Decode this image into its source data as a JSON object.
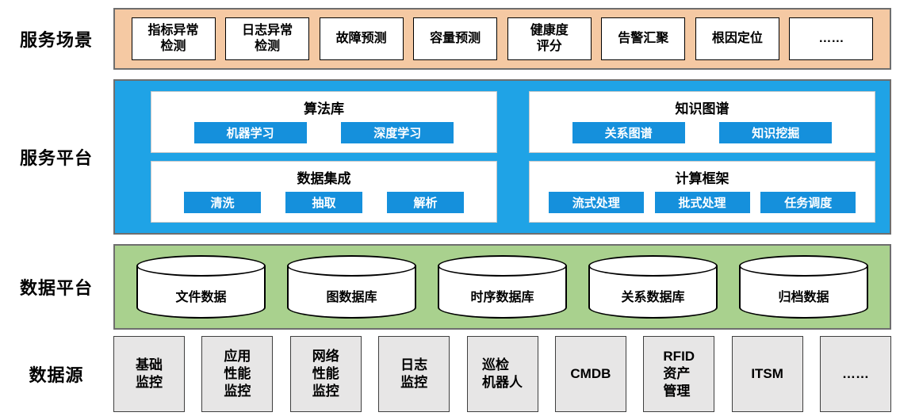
{
  "colors": {
    "scenario_band": "#F5C9A3",
    "platform_band": "#1FA3E6",
    "platform_button": "#1590DC",
    "data_band": "#A9D18E",
    "source_box": "#E7E6E6"
  },
  "scenarios": {
    "label": "服务场景",
    "items": [
      "指标异常\n检测",
      "日志异常\n检测",
      "故障预测",
      "容量预测",
      "健康度\n评分",
      "告警汇聚",
      "根因定位",
      "……"
    ]
  },
  "platform": {
    "label": "服务平台",
    "panels": [
      {
        "title": "算法库",
        "buttons": [
          "机器学习",
          "深度学习"
        ]
      },
      {
        "title": "知识图谱",
        "buttons": [
          "关系图谱",
          "知识挖掘"
        ]
      },
      {
        "title": "数据集成",
        "buttons": [
          "清洗",
          "抽取",
          "解析"
        ]
      },
      {
        "title": "计算框架",
        "buttons": [
          "流式处理",
          "批式处理",
          "任务调度"
        ]
      }
    ]
  },
  "data_platform": {
    "label": "数据平台",
    "databases": [
      "文件数据",
      "图数据库",
      "时序数据库",
      "关系数据库",
      "归档数据"
    ]
  },
  "data_sources": {
    "label": "数据源",
    "items": [
      "基础\n监控",
      "应用\n性能\n监控",
      "网络\n性能\n监控",
      "日志\n监控",
      "巡检\n机器人",
      "CMDB",
      "RFID\n资产\n管理",
      "ITSM",
      "……"
    ]
  }
}
